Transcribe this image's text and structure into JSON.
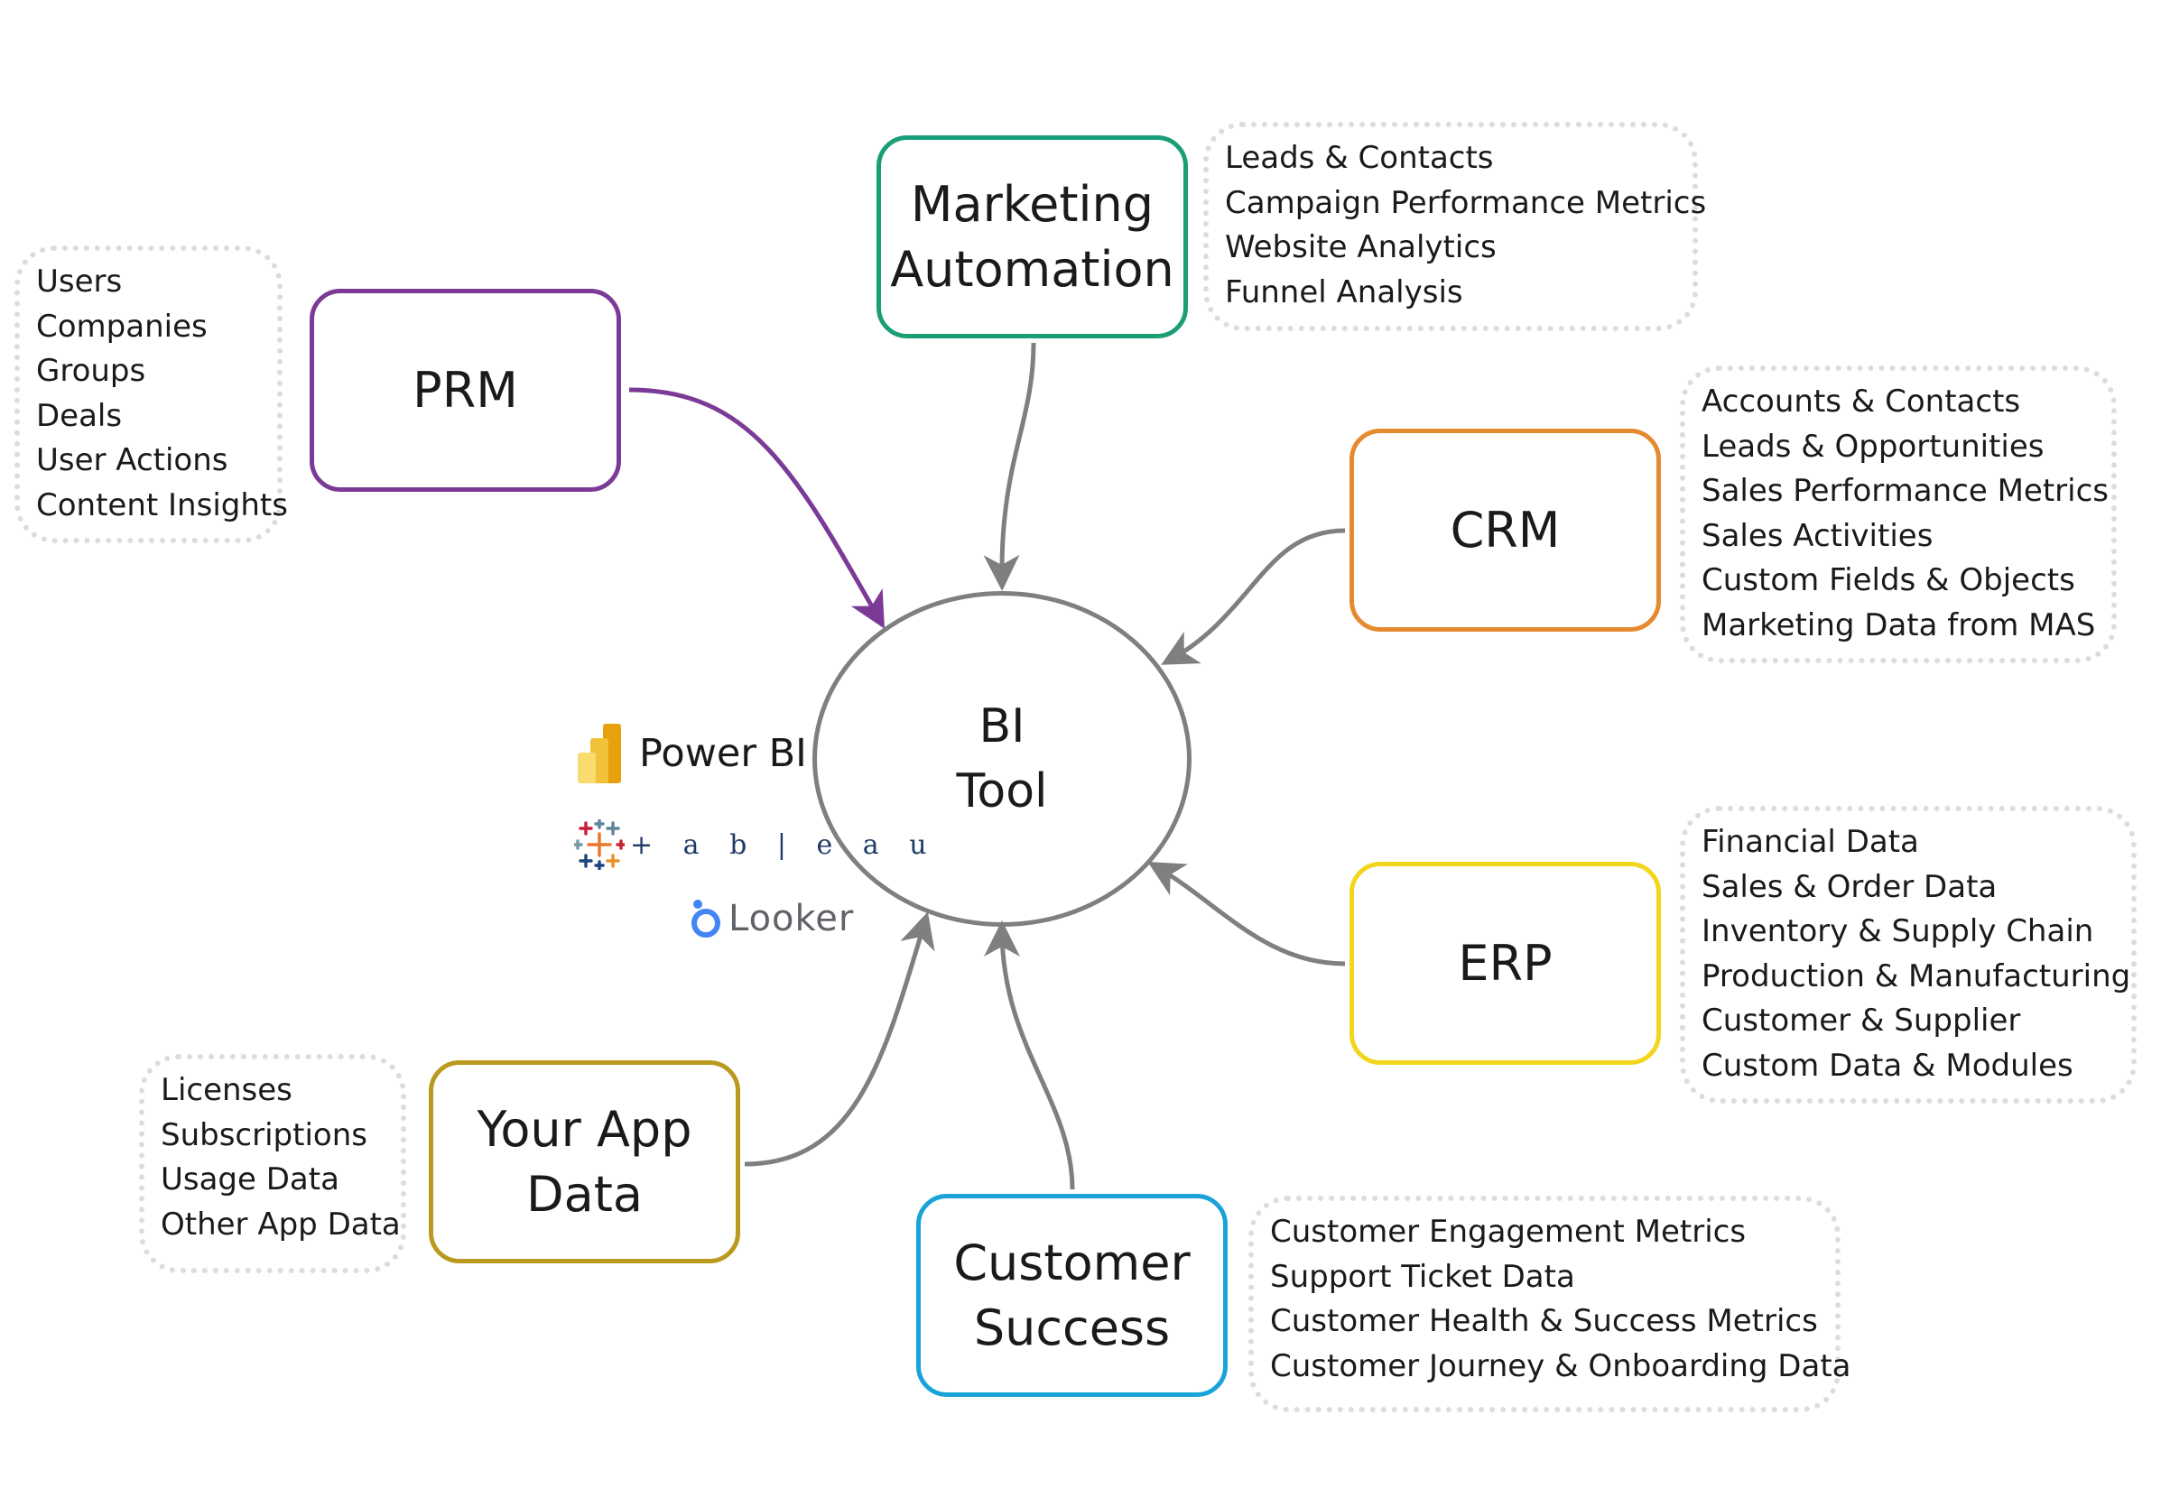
{
  "center": {
    "line1": "BI",
    "line2": "Tool"
  },
  "nodes": {
    "marketing": {
      "line1": "Marketing",
      "line2": "Automation",
      "color": "#1a9e78"
    },
    "prm": {
      "line1": "PRM",
      "color": "#7b3a96"
    },
    "crm": {
      "line1": "CRM",
      "color": "#e58a2e"
    },
    "erp": {
      "line1": "ERP",
      "color": "#f2d61c"
    },
    "app": {
      "line1": "Your App",
      "line2": "Data",
      "color": "#b99a1e"
    },
    "cs": {
      "line1": "Customer",
      "line2": "Success",
      "color": "#1aa3d9"
    }
  },
  "lists": {
    "marketing": [
      "Leads & Contacts",
      "Campaign Performance Metrics",
      "Website Analytics",
      "Funnel Analysis"
    ],
    "prm": [
      "Users",
      "Companies",
      "Groups",
      "Deals",
      "User Actions",
      "Content Insights"
    ],
    "crm": [
      "Accounts & Contacts",
      "Leads & Opportunities",
      "Sales Performance Metrics",
      "Sales Activities",
      "Custom Fields & Objects",
      "Marketing Data from MAS"
    ],
    "erp": [
      "Financial Data",
      "Sales & Order Data",
      "Inventory & Supply Chain",
      "Production & Manufacturing",
      "Customer & Supplier",
      "Custom Data & Modules"
    ],
    "app": [
      "Licenses",
      "Subscriptions",
      "Usage Data",
      "Other App Data"
    ],
    "cs": [
      "Customer Engagement Metrics",
      "Support Ticket Data",
      "Customer Health & Success Metrics",
      "Customer Journey & Onboarding Data"
    ]
  },
  "tools": {
    "powerbi": "Power BI",
    "tableau": "+ a b | e a u",
    "looker": "Looker"
  },
  "colors": {
    "arrow": "#7f7f7f",
    "prm_arrow": "#7b3a96"
  }
}
